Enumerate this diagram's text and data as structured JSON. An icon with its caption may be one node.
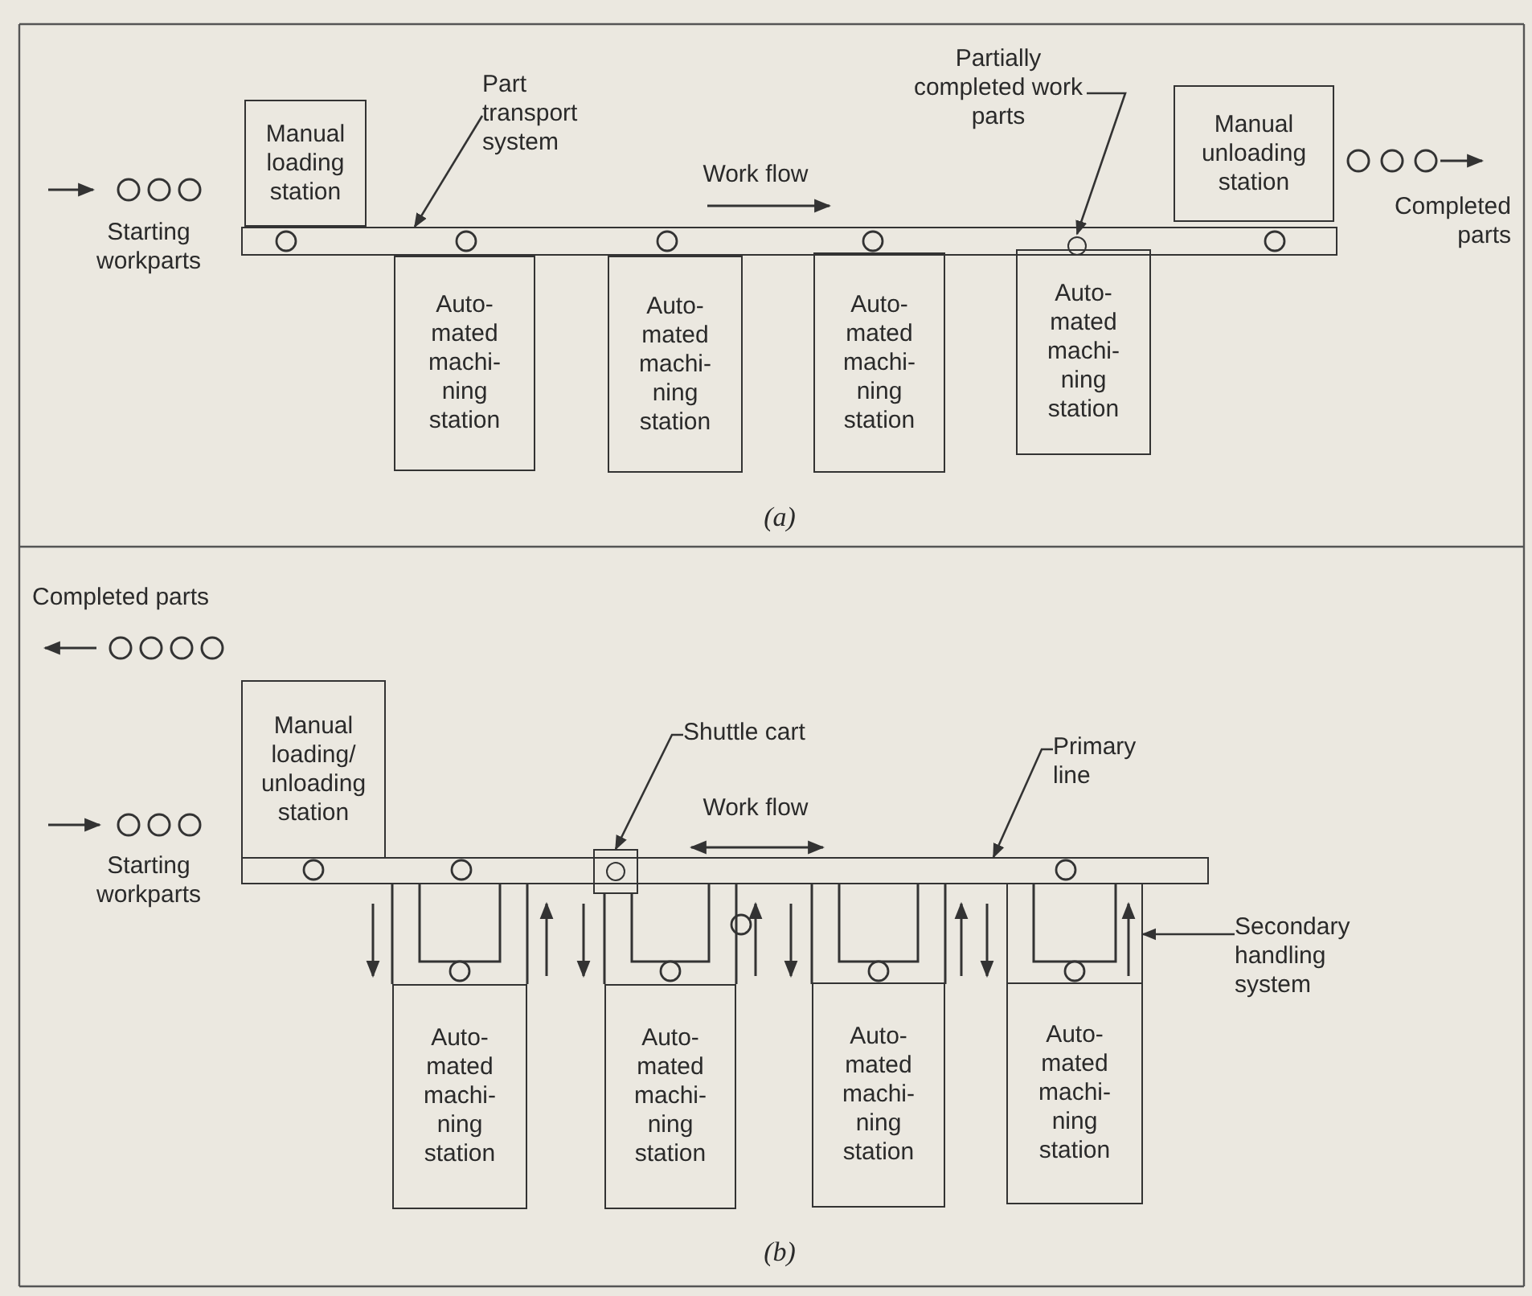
{
  "diagram": {
    "nodes": [
      {
        "text": [
          "Manual loading station"
        ]
      },
      {
        "text": [
          "Manual unloading station"
        ]
      },
      {
        "text": [
          "Part transport system"
        ]
      },
      {
        "text": [
          "Partially completed work parts"
        ]
      },
      {
        "text": [],
        "shape": "bar"
      },
      {
        "text": [],
        "shape": "circle",
        "in": 4
      },
      {
        "text": [
          "Auto- mated machi- ning station"
        ]
      },
      {
        "text": [
          "Auto- mated machi- ning station"
        ]
      },
      {
        "text": [
          "Auto- mated machi- ning station"
        ]
      },
      {
        "text": [
          "Auto- mated machi- ning station"
        ]
      },
      {
        "text": [
          "Manual loading/ unloading station"
        ]
      },
      {
        "text": [
          "Shuttle cart"
        ]
      },
      {
        "text": [
          "Primary line"
        ]
      },
      {
        "text": [
          "Secondary handling system"
        ]
      },
      {
        "text": [],
        "shape": "box"
      },
      {
        "text": [],
        "shape": "bar"
      },
      {
        "text": [],
        "shape": "box"
      },
      {
        "text": [
          "Auto- mated machi- ning station"
        ]
      },
      {
        "text": [
          "Auto- mated machi- ning station"
        ]
      },
      {
        "text": [
          "Auto- mated machi- ning station"
        ]
      },
      {
        "text": [
          "Auto- mated machi- ning station"
        ]
      }
    ],
    "edges": [
      {
        "from": 2,
        "to": 4,
        "arrow": "to"
      },
      {
        "from": 3,
        "to": 5,
        "arrow": "to"
      },
      {
        "from": 11,
        "to": 14,
        "arrow": "to"
      },
      {
        "from": 12,
        "to": 15,
        "arrow": "to"
      },
      {
        "from": 13,
        "to": 16,
        "arrow": "to"
      }
    ],
    "labels": [
      "Starting workparts",
      "Work flow",
      "Completed parts",
      "(a)",
      "Completed parts",
      "Starting workparts",
      "Work flow",
      "(b)"
    ]
  }
}
